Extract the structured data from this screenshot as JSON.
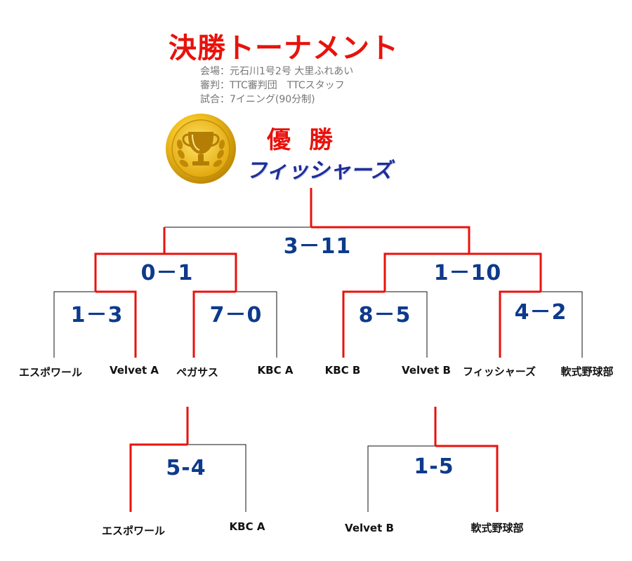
{
  "header": {
    "title": "決勝トーナメント",
    "venue": "会場：元石川1号2号 大里ふれあい",
    "referee": "審判：TTC審判団　TTCスタッフ",
    "match": "試合：7イニング(90分制)"
  },
  "champion": {
    "label": "優勝",
    "team": "フィッシャーズ"
  },
  "main_bracket": {
    "teams": [
      "エスポワール",
      "Velvet A",
      "ペガサス",
      "KBC A",
      "KBC B",
      "Velvet B",
      "フィッシャーズ",
      "軟式野球部"
    ],
    "round1_scores": [
      "1－3",
      "7－0",
      "8－5",
      "4－2"
    ],
    "semi_scores": [
      "0－1",
      "1－10"
    ],
    "final_score": "3－11"
  },
  "sub_bracket_left": {
    "teams": [
      "エスポワール",
      "KBC A"
    ],
    "score": "5-4"
  },
  "sub_bracket_right": {
    "teams": [
      "Velvet B",
      "軟式野球部"
    ],
    "score": "1-5"
  },
  "colors": {
    "winner_line": "#e8120c",
    "bracket_line": "#111111",
    "score_text": "#0d3a8c",
    "title_text": "#e8120c",
    "champion_team_text": "#1e2e9a"
  },
  "icons": {
    "medal": "gold-trophy-medal-icon"
  }
}
